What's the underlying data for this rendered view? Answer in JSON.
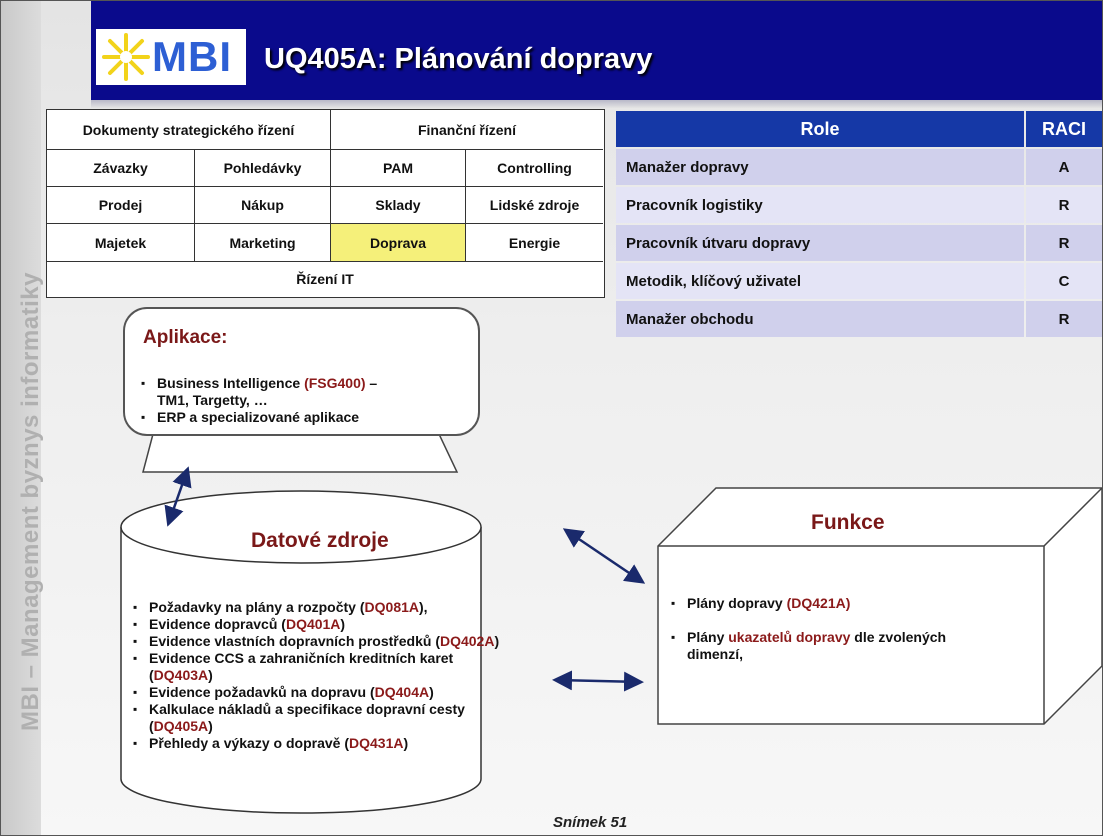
{
  "slide": {
    "side_text": "MBI – Management byznys informatiky",
    "logo_text": "MBI",
    "title": "UQ405A: Plánování dopravy",
    "footer": "Snímek  51"
  },
  "modules": {
    "top_left": "Dokumenty strategického řízení",
    "top_right": "Finanční řízení",
    "rows": [
      [
        "Závazky",
        "Pohledávky",
        "PAM",
        "Controlling"
      ],
      [
        "Prodej",
        "Nákup",
        "Sklady",
        "Lidské zdroje"
      ],
      [
        "Majetek",
        "Marketing",
        "Doprava",
        "Energie"
      ]
    ],
    "bottom": "Řízení IT",
    "highlighted": "Doprava",
    "highlight_color": "#f5f07a"
  },
  "raci": {
    "headers": [
      "Role",
      "RACI"
    ],
    "rows": [
      {
        "role": "Manažer dopravy",
        "raci": "A"
      },
      {
        "role": "Pracovník logistiky",
        "raci": "R"
      },
      {
        "role": "Pracovník útvaru dopravy",
        "raci": "R"
      },
      {
        "role": "Metodik, klíčový uživatel",
        "raci": "C"
      },
      {
        "role": "Manažer obchodu",
        "raci": "R"
      }
    ],
    "header_color": "#1538a6"
  },
  "aplikace": {
    "title": "Aplikace:",
    "item1_a": "Business Intelligence ",
    "item1_code": "(FSG400)",
    "item1_b": " –",
    "item1_line2": "TM1, Targetty, …",
    "item2": "ERP a specializované aplikace"
  },
  "datove_zdroje": {
    "title": "Datové zdroje",
    "items": [
      {
        "text": "Požadavky na plány a rozpočty ",
        "code": "DQ081A",
        "tail": "),"
      },
      {
        "text": "Evidence dopravců ",
        "code": "DQ401A",
        "tail": ")"
      },
      {
        "text": "Evidence vlastních dopravních prostředků ",
        "code": "DQ402A",
        "tail": ")"
      },
      {
        "text": "Evidence CCS a zahraničních kreditních karet ",
        "code": "DQ403A",
        "tail": ")"
      },
      {
        "text": "Evidence požadavků na dopravu ",
        "code": "DQ404A",
        "tail": ")"
      },
      {
        "text": "Kalkulace nákladů a specifikace dopravní cesty ",
        "code": "DQ405A",
        "tail": ")"
      },
      {
        "text": "Přehledy a výkazy o dopravě ",
        "code": "DQ431A",
        "tail": ")"
      }
    ]
  },
  "funkce": {
    "title": "Funkce",
    "item1_a": "Plány dopravy ",
    "item1_code": "(DQ421A)",
    "item2_a": "Plány ",
    "item2_hl": "ukazatelů dopravy",
    "item2_b": " dle zvolených dimenzí,"
  },
  "colors": {
    "header_bg": "#0a0a8c",
    "accent_red": "#8b1a1a",
    "raci_row_a": "#e4e4f6",
    "raci_row_b": "#d0d0ec"
  }
}
